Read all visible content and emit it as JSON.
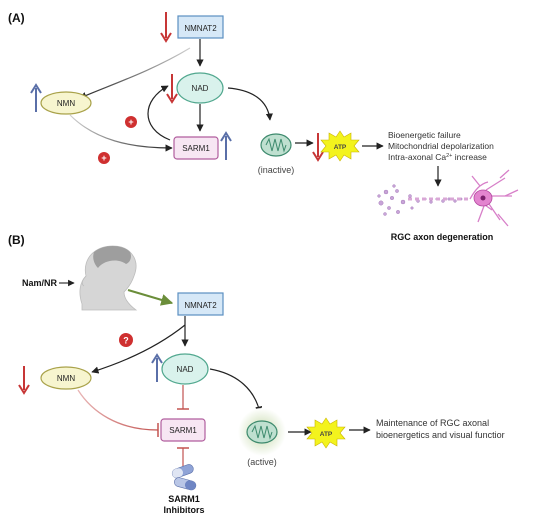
{
  "panel_a": {
    "label": "(A)",
    "nmnat2": "NMNAT2",
    "nad": "NAD",
    "nmn": "NMN",
    "sarm1": "SARM1",
    "plus": "+",
    "mito_state": "(inactive)",
    "atp": "ATP",
    "outcomes": [
      "Bioenergetic failure",
      "Mitochondrial depolarization"
    ],
    "ca_line": {
      "prefix": "Intra-axonal Ca",
      "sup": "2+",
      "suffix": " increase"
    },
    "degeneration": "RGC axon degeneration"
  },
  "panel_b": {
    "label": "(B)",
    "nam_nr": "Nam/NR",
    "nmnat2": "NMNAT2",
    "nad": "NAD",
    "nmn": "NMN",
    "sarm1": "SARM1",
    "question": "?",
    "mito_state": "(active)",
    "atp": "ATP",
    "outcome_lines": [
      "Maintenance of RGC axonal",
      "bioenergetics and visual functior"
    ],
    "inhibitors": [
      "SARM1",
      "Inhibitors"
    ]
  },
  "colors": {
    "nmnat2_fill": "#d6e8f7",
    "nmnat2_stroke": "#5b8fc1",
    "nad_fill": "#d9f2ec",
    "nad_stroke": "#52a88f",
    "nmn_fill": "#f7f5cf",
    "nmn_stroke": "#a9a24a",
    "sarm1_fill": "#f7e6f3",
    "sarm1_stroke": "#b15e9e",
    "down_arrow": "#c73636",
    "up_arrow": "#5a6fa8",
    "plus_circle": "#cf3030",
    "inhibit": "#c2524f",
    "atp_fill": "#f3f31d",
    "nam_arrow": "#6b8e3a",
    "mito_glow": "#e2ecd6"
  }
}
